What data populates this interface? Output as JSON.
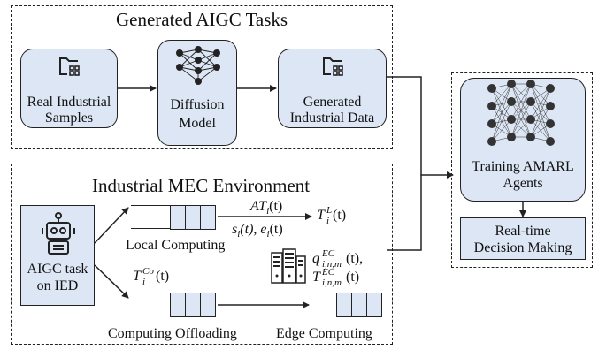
{
  "panels": {
    "generated": {
      "title": "Generated AIGC Tasks"
    },
    "environment": {
      "title": "Industrial MEC Environment"
    }
  },
  "nodes": {
    "real_samples": [
      "Real Industrial",
      "Samples"
    ],
    "diffusion": [
      "Diffusion",
      "Model"
    ],
    "generated_data": [
      "Generated",
      "Industrial Data"
    ],
    "training": [
      "Training AMARL",
      "Agents"
    ],
    "decision": [
      "Real-time",
      "Decision Making"
    ],
    "aigc_task": [
      "AIGC task",
      "on IED"
    ]
  },
  "labels": {
    "local_computing": "Local Computing",
    "computing_offloading": "Computing Offloading",
    "edge_computing": "Edge Computing"
  },
  "math": {
    "at_base": "AT",
    "at_sub": "i",
    "at_arg": "(t)",
    "tl_base": "T",
    "tl_sup": "L",
    "tl_sub": "i",
    "tl_arg": "(t)",
    "se": "s",
    "se_sub1": "i",
    "se_mid": "(t), e",
    "se_sub2": "i",
    "se_end": "(t)",
    "tco_base": "T",
    "tco_sup": "Co",
    "tco_sub": "i",
    "tco_arg": "(t)",
    "q_base": "q",
    "q_sup": "EC",
    "q_sub": "i,n,m",
    "q_arg": "(t),",
    "tec_base": "T",
    "tec_sup": "EC",
    "tec_sub": "i,n,m",
    "tec_arg": "(t)"
  },
  "icons": {
    "folder": "folder-grid-icon",
    "network": "neural-network-icon",
    "robot": "robot-icon",
    "server": "server-icon"
  },
  "colors": {
    "node_fill": "#dde6f4",
    "stroke": "#222222"
  }
}
